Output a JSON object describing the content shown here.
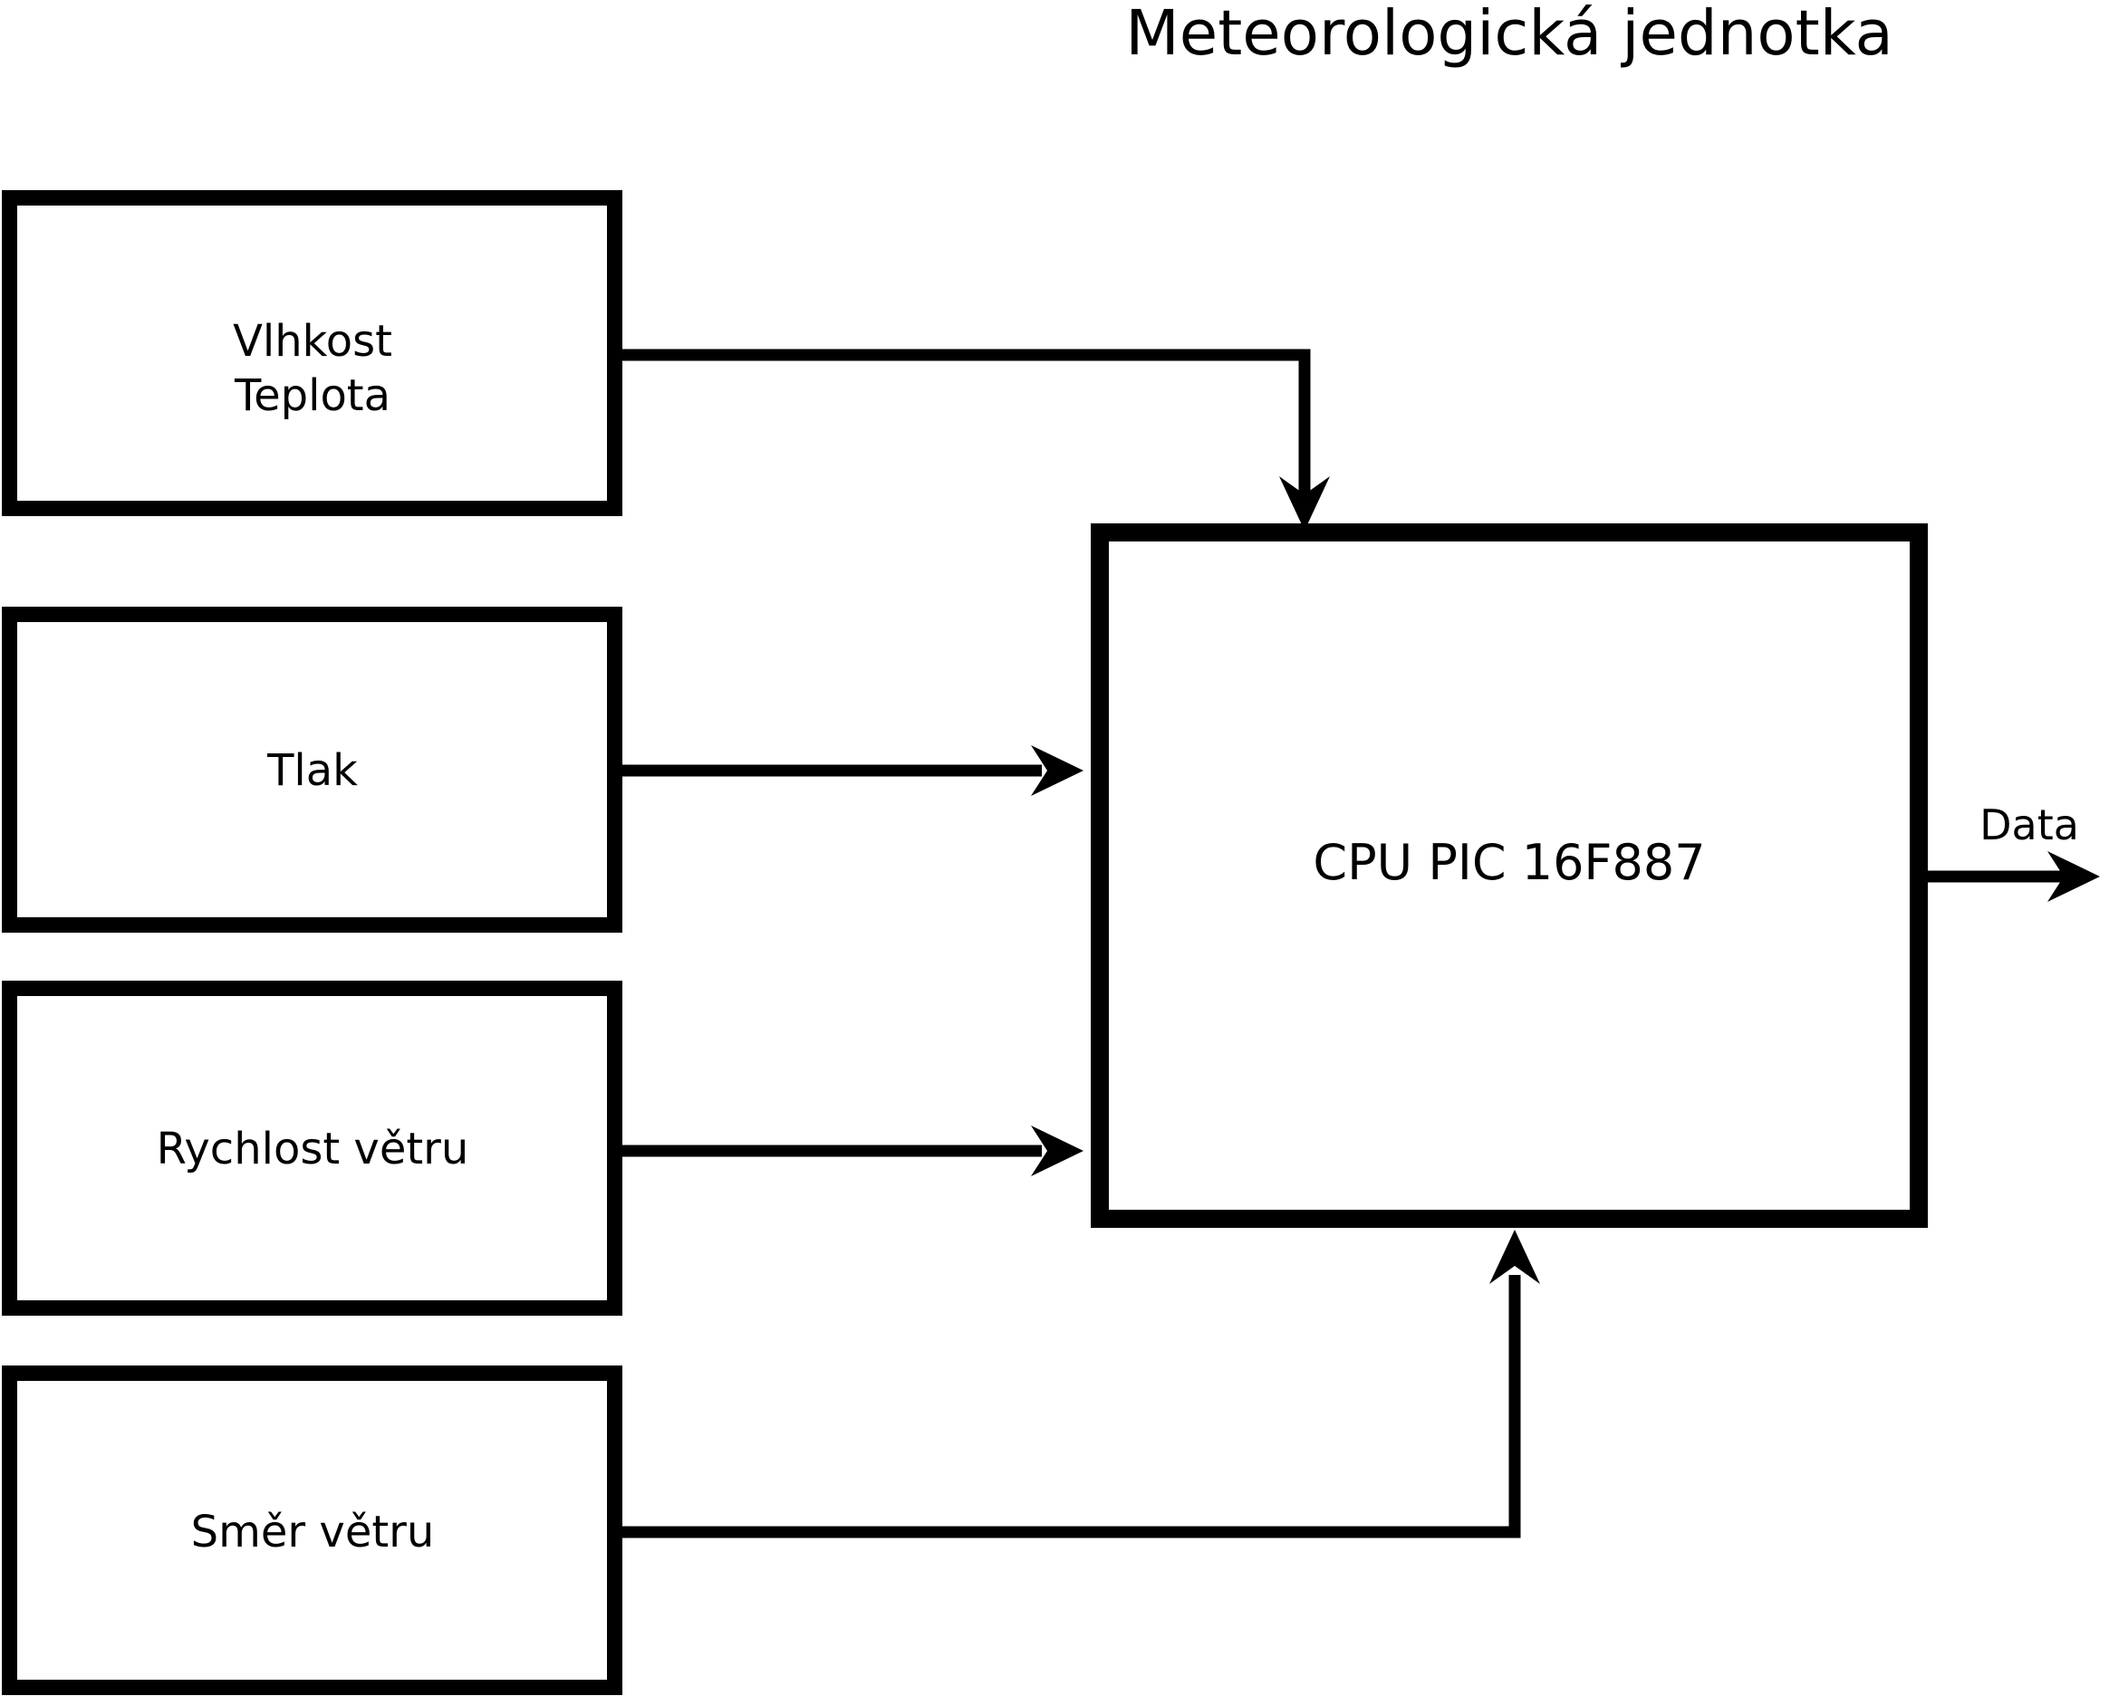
{
  "title": "Meteorologická jednotka",
  "sensors": [
    {
      "name": "humidity-temperature",
      "lines": [
        "Vlhkost",
        "Teplota"
      ]
    },
    {
      "name": "pressure",
      "lines": [
        "Tlak"
      ]
    },
    {
      "name": "wind-speed",
      "lines": [
        "Rychlost větru"
      ]
    },
    {
      "name": "wind-direction",
      "lines": [
        "Směr větru"
      ]
    }
  ],
  "cpu": {
    "label": "CPU PIC 16F887"
  },
  "output": {
    "label": "Data"
  },
  "colors": {
    "ink": "#000000",
    "background": "#ffffff"
  }
}
